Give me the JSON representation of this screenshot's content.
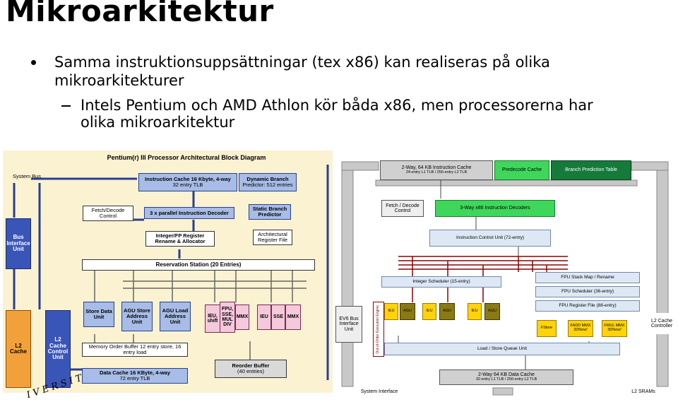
{
  "slide": {
    "title": "Mikroarkitektur",
    "bullets": [
      "Samma instruktionsuppsättningar (tex x86) kan realiseras på olika",
      "mikroarkitekturer",
      "Intels Pentium och AMD Athlon kör båda x86, men processorerna har",
      "olika mikroarkitektur"
    ]
  },
  "pentium": {
    "title": "Pentium(r) III Processor Architectural Block Diagram",
    "system_bus": "System Bus",
    "icache_title": "Instruction Cache 16 Kbyte, 4-way",
    "icache_sub": "32 entry TLB",
    "dyn_branch_title": "Dynamic Branch",
    "dyn_branch_sub": "Predictor: 512 entries",
    "fetch_decode": "Fetch/Decode Control",
    "decoders": "3 x parallel Instruction Decoder",
    "static_branch": "Static Branch Predictor",
    "regfile": "Integer/FP Register Rename & Allocator",
    "arch_reg": "Architectural Register File",
    "biu": "Bus Interface Unit",
    "rs": "Reservation Station (20 Entries)",
    "store_data": "Store Data Unit",
    "agu_store": "AGU Store Address Unit",
    "agu_load": "AGU Load Address Unit",
    "ieu_shift": "IEU, shift",
    "fpu": "FPU, SSE, MUL DIV",
    "mmx1": "MMX",
    "ieu2": "IEU",
    "sse2": "SSE",
    "mmx2": "MMX",
    "l2": "L2 Cache",
    "l2ctrl": "L2 Cache Control Unit",
    "mob": "Memory Order Buffer 12 entry store, 16 entry load",
    "dcache_title": "Data Cache 16 KByte, 4-way",
    "dcache_sub": "72 entry TLB",
    "rob": "Reorder Buffer",
    "rob_sub": "(40 entries)"
  },
  "athlon": {
    "icache": "2-Way, 64 KB Instruction Cache",
    "icache_sub": "24-entry L1 TLB / 256-entry L2 TLB",
    "predecode": "Predecode Cache",
    "bpt": "Branch Prediction Table",
    "fetch": "Fetch / Decode Control",
    "decoders": "3-Way  x86 Instruction Decoders",
    "icu": "Instruction Control Unit (72-entry)",
    "fpu_stack": "FPU Stack Map / Rename",
    "int_sched": "Integer Scheduler (15-entry)",
    "fpu_sched": "FPU Scheduler (36-entry)",
    "fpu_regfile": "FPU Register File (88-entry)",
    "ev6": "EV6 Bus Interface Unit",
    "ooo": "Out-of-Order Execution Engine",
    "units": [
      "IEU",
      "AGU",
      "IEU",
      "AGU",
      "IEU",
      "AGU"
    ],
    "fstore": "FStore",
    "fadd": "FADD MMX 3DNow!",
    "fmul": "FMUL MMX 3DNow!",
    "l2ctrl": "L2 Cache Controller",
    "lsq": "Load / Store Queue Unit",
    "dcache": "2-Way 64 KB Data Cache",
    "dcache_sub": "32-entry L1 TLB / 256-entry L2 TLB",
    "sysif": "System Interface",
    "l2srams": "L2 SRAMs"
  },
  "logo": {
    "text": "I V E R S I T"
  }
}
